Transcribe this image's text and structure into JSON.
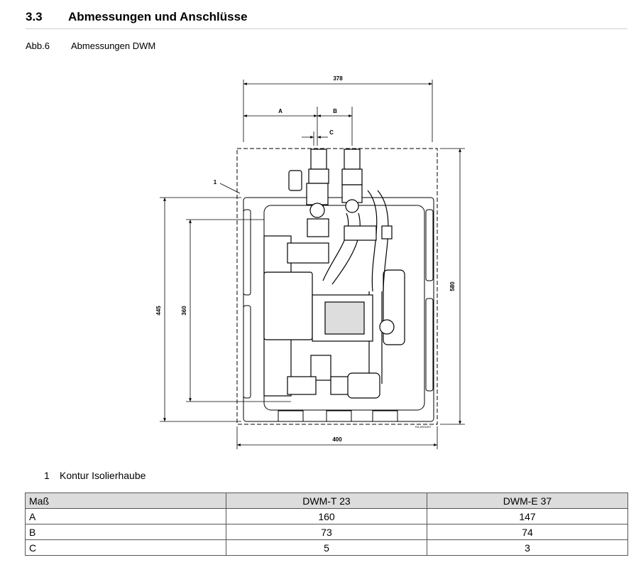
{
  "section": {
    "number": "3.3",
    "title": "Abmessungen und Anschlüsse"
  },
  "figure": {
    "label": "Abb.6",
    "title": "Abmessungen DWM",
    "dimensions": {
      "width_top": "378",
      "a": "A",
      "b": "B",
      "c": "C",
      "height_right": "580",
      "height_left": "445",
      "height_inner": "360",
      "width_bottom": "400"
    },
    "callout": "1",
    "code": "RA-0001637"
  },
  "legend": [
    {
      "number": "1",
      "text": "Kontur Isolierhaube"
    }
  ],
  "table": {
    "headers": [
      "Maß",
      "DWM-T 23",
      "DWM-E 37"
    ],
    "rows": [
      [
        "A",
        "160",
        "147"
      ],
      [
        "B",
        "73",
        "74"
      ],
      [
        "C",
        "5",
        "3"
      ]
    ]
  }
}
